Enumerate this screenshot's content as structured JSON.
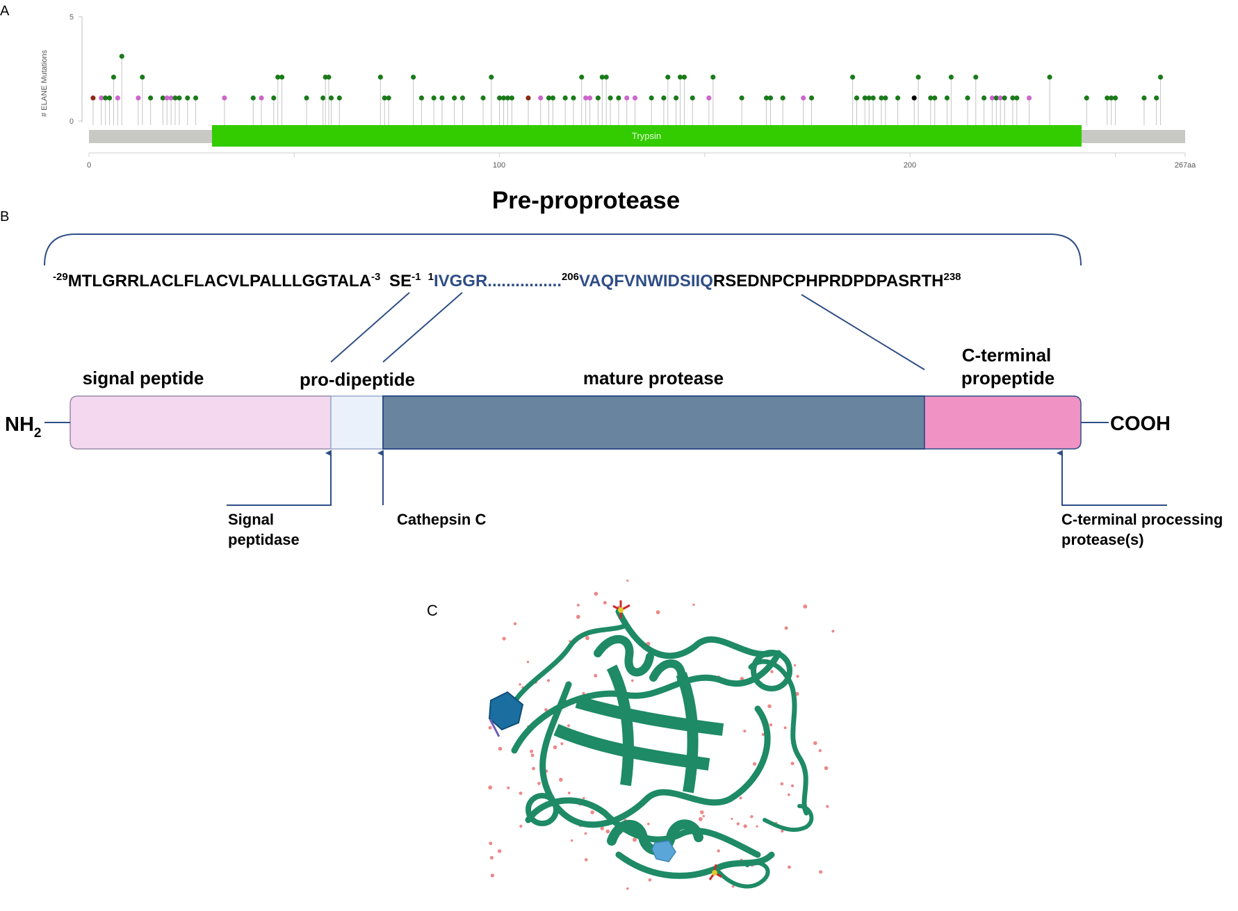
{
  "colors": {
    "trypsin_domain": "#33cc00",
    "backbone": "#c8c8c4",
    "missense": "#1a7a1a",
    "truncating": "#8a2a14",
    "inframe": "#cc66cc",
    "other": "#000000",
    "signal_peptide": "#f4d8f0",
    "pro_dipeptide": "#eaf1fb",
    "mature_protease": "#68849f",
    "c_terminal_propeptide": "#f092c4",
    "sequence_blue": "#2e4d86",
    "arrow": "#2e4d86",
    "protein_ribbon": "#1e8a66"
  },
  "panelA": {
    "label": "A",
    "ylabel": "# ELANE Mutations",
    "domain_label": "Trypsin",
    "y_ticks": [
      "5",
      "0"
    ],
    "x_ticks": [
      "0",
      "100",
      "200",
      "267aa"
    ],
    "chart_data": {
      "type": "lollipop",
      "ylabel": "# ELANE Mutations",
      "ylim": [
        0,
        5
      ],
      "xlim": [
        0,
        267
      ],
      "domains": [
        {
          "name": "Trypsin",
          "start": 30,
          "end": 242
        }
      ],
      "x_tick_values": [
        0,
        100,
        200,
        267
      ],
      "mutations": [
        {
          "pos": 1,
          "count": 1,
          "type": "truncating"
        },
        {
          "pos": 3,
          "count": 1,
          "type": "inframe"
        },
        {
          "pos": 4,
          "count": 1,
          "type": "missense"
        },
        {
          "pos": 5,
          "count": 1,
          "type": "missense"
        },
        {
          "pos": 6,
          "count": 2,
          "type": "missense"
        },
        {
          "pos": 7,
          "count": 1,
          "type": "inframe"
        },
        {
          "pos": 8,
          "count": 3,
          "type": "missense"
        },
        {
          "pos": 12,
          "count": 1,
          "type": "inframe"
        },
        {
          "pos": 13,
          "count": 2,
          "type": "missense"
        },
        {
          "pos": 15,
          "count": 1,
          "type": "missense"
        },
        {
          "pos": 18,
          "count": 1,
          "type": "missense"
        },
        {
          "pos": 19,
          "count": 1,
          "type": "inframe"
        },
        {
          "pos": 20,
          "count": 1,
          "type": "inframe"
        },
        {
          "pos": 21,
          "count": 1,
          "type": "missense"
        },
        {
          "pos": 22,
          "count": 1,
          "type": "missense"
        },
        {
          "pos": 24,
          "count": 1,
          "type": "missense"
        },
        {
          "pos": 26,
          "count": 1,
          "type": "missense"
        },
        {
          "pos": 33,
          "count": 1,
          "type": "inframe"
        },
        {
          "pos": 40,
          "count": 1,
          "type": "missense"
        },
        {
          "pos": 42,
          "count": 1,
          "type": "inframe"
        },
        {
          "pos": 45,
          "count": 1,
          "type": "missense"
        },
        {
          "pos": 46,
          "count": 2,
          "type": "missense"
        },
        {
          "pos": 47,
          "count": 2,
          "type": "missense"
        },
        {
          "pos": 53,
          "count": 1,
          "type": "missense"
        },
        {
          "pos": 57,
          "count": 1,
          "type": "missense"
        },
        {
          "pos": 57.6,
          "count": 2,
          "type": "missense"
        },
        {
          "pos": 58.4,
          "count": 2,
          "type": "missense"
        },
        {
          "pos": 59,
          "count": 1,
          "type": "missense"
        },
        {
          "pos": 61,
          "count": 1,
          "type": "missense"
        },
        {
          "pos": 71,
          "count": 2,
          "type": "missense"
        },
        {
          "pos": 72,
          "count": 1,
          "type": "missense"
        },
        {
          "pos": 73,
          "count": 1,
          "type": "missense"
        },
        {
          "pos": 79,
          "count": 2,
          "type": "missense"
        },
        {
          "pos": 81,
          "count": 1,
          "type": "missense"
        },
        {
          "pos": 84,
          "count": 1,
          "type": "missense"
        },
        {
          "pos": 86,
          "count": 1,
          "type": "missense"
        },
        {
          "pos": 89,
          "count": 1,
          "type": "missense"
        },
        {
          "pos": 91,
          "count": 1,
          "type": "missense"
        },
        {
          "pos": 96,
          "count": 1,
          "type": "missense"
        },
        {
          "pos": 98,
          "count": 2,
          "type": "missense"
        },
        {
          "pos": 100,
          "count": 1,
          "type": "missense"
        },
        {
          "pos": 101,
          "count": 1,
          "type": "missense"
        },
        {
          "pos": 102,
          "count": 1,
          "type": "missense"
        },
        {
          "pos": 103,
          "count": 1,
          "type": "missense"
        },
        {
          "pos": 107,
          "count": 1,
          "type": "truncating"
        },
        {
          "pos": 110,
          "count": 1,
          "type": "inframe"
        },
        {
          "pos": 112,
          "count": 1,
          "type": "missense"
        },
        {
          "pos": 113,
          "count": 1,
          "type": "missense"
        },
        {
          "pos": 116,
          "count": 1,
          "type": "missense"
        },
        {
          "pos": 118,
          "count": 1,
          "type": "missense"
        },
        {
          "pos": 120,
          "count": 2,
          "type": "missense"
        },
        {
          "pos": 121,
          "count": 1,
          "type": "inframe"
        },
        {
          "pos": 122,
          "count": 1,
          "type": "inframe"
        },
        {
          "pos": 124,
          "count": 1,
          "type": "missense"
        },
        {
          "pos": 125,
          "count": 2,
          "type": "missense"
        },
        {
          "pos": 126,
          "count": 2,
          "type": "missense"
        },
        {
          "pos": 127,
          "count": 1,
          "type": "missense"
        },
        {
          "pos": 129,
          "count": 1,
          "type": "missense"
        },
        {
          "pos": 131,
          "count": 1,
          "type": "inframe"
        },
        {
          "pos": 133,
          "count": 1,
          "type": "inframe"
        },
        {
          "pos": 137,
          "count": 1,
          "type": "missense"
        },
        {
          "pos": 140,
          "count": 1,
          "type": "missense"
        },
        {
          "pos": 141,
          "count": 2,
          "type": "missense"
        },
        {
          "pos": 143,
          "count": 1,
          "type": "missense"
        },
        {
          "pos": 144,
          "count": 2,
          "type": "missense"
        },
        {
          "pos": 145,
          "count": 2,
          "type": "missense"
        },
        {
          "pos": 147,
          "count": 1,
          "type": "missense"
        },
        {
          "pos": 151,
          "count": 1,
          "type": "inframe"
        },
        {
          "pos": 152,
          "count": 2,
          "type": "missense"
        },
        {
          "pos": 159,
          "count": 1,
          "type": "missense"
        },
        {
          "pos": 165,
          "count": 1,
          "type": "missense"
        },
        {
          "pos": 166,
          "count": 1,
          "type": "missense"
        },
        {
          "pos": 169,
          "count": 1,
          "type": "missense"
        },
        {
          "pos": 174,
          "count": 1,
          "type": "inframe"
        },
        {
          "pos": 176,
          "count": 1,
          "type": "missense"
        },
        {
          "pos": 186,
          "count": 2,
          "type": "missense"
        },
        {
          "pos": 187,
          "count": 1,
          "type": "missense"
        },
        {
          "pos": 189,
          "count": 1,
          "type": "missense"
        },
        {
          "pos": 190,
          "count": 1,
          "type": "missense"
        },
        {
          "pos": 191,
          "count": 1,
          "type": "missense"
        },
        {
          "pos": 193,
          "count": 1,
          "type": "missense"
        },
        {
          "pos": 194,
          "count": 1,
          "type": "missense"
        },
        {
          "pos": 197,
          "count": 1,
          "type": "missense"
        },
        {
          "pos": 201,
          "count": 1,
          "type": "other"
        },
        {
          "pos": 202,
          "count": 2,
          "type": "missense"
        },
        {
          "pos": 205,
          "count": 1,
          "type": "missense"
        },
        {
          "pos": 206,
          "count": 1,
          "type": "missense"
        },
        {
          "pos": 209,
          "count": 1,
          "type": "missense"
        },
        {
          "pos": 210,
          "count": 2,
          "type": "missense"
        },
        {
          "pos": 214,
          "count": 1,
          "type": "missense"
        },
        {
          "pos": 216,
          "count": 2,
          "type": "missense"
        },
        {
          "pos": 218,
          "count": 1,
          "type": "missense"
        },
        {
          "pos": 220,
          "count": 1,
          "type": "inframe"
        },
        {
          "pos": 221,
          "count": 1,
          "type": "missense"
        },
        {
          "pos": 222,
          "count": 1,
          "type": "inframe"
        },
        {
          "pos": 223,
          "count": 1,
          "type": "missense"
        },
        {
          "pos": 225,
          "count": 1,
          "type": "missense"
        },
        {
          "pos": 226,
          "count": 1,
          "type": "missense"
        },
        {
          "pos": 229,
          "count": 1,
          "type": "inframe"
        },
        {
          "pos": 234,
          "count": 2,
          "type": "missense"
        },
        {
          "pos": 243,
          "count": 1,
          "type": "missense"
        },
        {
          "pos": 248,
          "count": 1,
          "type": "missense"
        },
        {
          "pos": 249,
          "count": 1,
          "type": "missense"
        },
        {
          "pos": 250,
          "count": 1,
          "type": "missense"
        },
        {
          "pos": 257,
          "count": 1,
          "type": "missense"
        },
        {
          "pos": 260,
          "count": 1,
          "type": "missense"
        },
        {
          "pos": 261,
          "count": 2,
          "type": "missense"
        }
      ]
    }
  },
  "panelB": {
    "label": "B",
    "title": "Pre-proprotease",
    "sequence": {
      "seg1_sup": "-29",
      "seg1": "MTLGRRLACLFLACVLPALLLGGTALA",
      "seg1_end_sup": "-3",
      "seg2": " SE",
      "seg2_sup": "-1",
      "seg3_sup": " 1",
      "seg3": "IVGGR",
      "dots": "................",
      "seg4_sup": "206",
      "seg4": "VAQFVNWIDSIIQ",
      "seg5": "RSEDNPCPHPRDPDPASRTH",
      "seg5_sup": "238"
    },
    "regions": {
      "signal_peptide": "signal peptide",
      "pro_dipeptide": "pro-dipeptide",
      "mature_protease": "mature protease",
      "c_terminal_line1": "C-terminal",
      "c_terminal_line2": "propeptide"
    },
    "termini": {
      "nh_base": "NH",
      "nh_sub": "2",
      "cooh": "COOH"
    },
    "enzymes": {
      "signal_line1": "Signal",
      "signal_line2": "peptidase",
      "cathepsin": "Cathepsin C",
      "cterm_line1": "C-terminal processing",
      "cterm_line2": "protease(s)"
    }
  },
  "panelC": {
    "label": "C"
  }
}
